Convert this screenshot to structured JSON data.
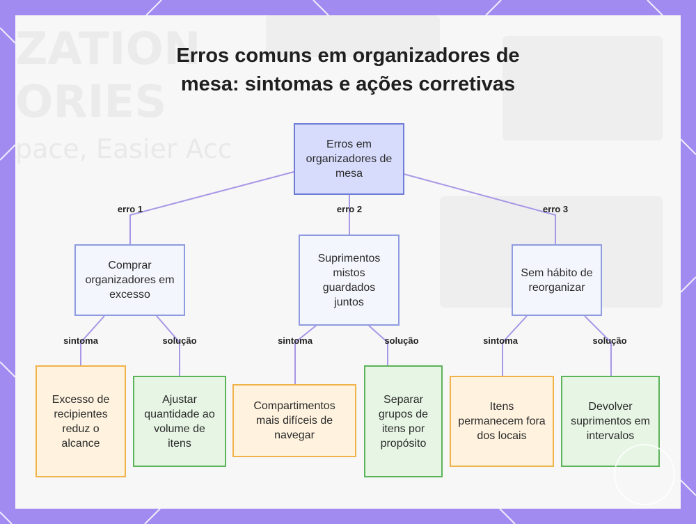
{
  "diagram": {
    "title_lines": [
      "Erros comuns em organizadores de",
      "mesa: sintomas e ações corretivas"
    ],
    "background_text": [
      "ZATION",
      "ORIES",
      "pace, Easier Acc"
    ],
    "root": {
      "label": "Erros em organizadores de mesa"
    },
    "branches": [
      {
        "edge_label": "erro 1",
        "label": "Comprar organizadores em excesso",
        "symptom_label": "sintoma",
        "symptom": "Excesso de recipientes reduz o alcance",
        "solution_label": "solução",
        "solution": "Ajustar quantidade ao volume de itens"
      },
      {
        "edge_label": "erro 2",
        "label": "Suprimentos mistos guardados juntos",
        "symptom_label": "sintoma",
        "symptom": "Compartimentos mais difíceis de navegar",
        "solution_label": "solução",
        "solution": "Separar grupos de itens por propósito"
      },
      {
        "edge_label": "erro 3",
        "label": "Sem hábito de reorganizar",
        "symptom_label": "sintoma",
        "symptom": "Itens permanecem fora dos locais",
        "solution_label": "solução",
        "solution": "Devolver suprimentos em intervalos"
      }
    ]
  },
  "colors": {
    "frame": "#a18bf0",
    "root_fill": "#d8dcfc",
    "mid_fill": "#f4f6fd",
    "symptom_border": "#f0b34a",
    "solution_border": "#5bb35a",
    "connector": "#a897e6"
  }
}
